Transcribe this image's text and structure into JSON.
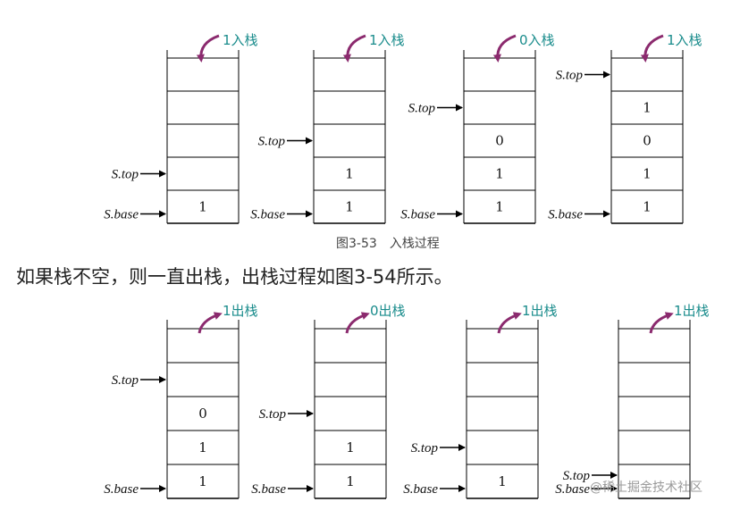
{
  "figure1": {
    "caption": "图3-53　入栈过程",
    "stacks": [
      {
        "op": "1入栈",
        "cells": [
          "",
          "",
          "",
          "",
          "1"
        ],
        "top_label": "S.top",
        "top_index": 3,
        "base_label": "S.base"
      },
      {
        "op": "1入栈",
        "cells": [
          "",
          "",
          "",
          "1",
          "1"
        ],
        "top_label": "S.top",
        "top_index": 2,
        "base_label": "S.base"
      },
      {
        "op": "0入栈",
        "cells": [
          "",
          "",
          "0",
          "1",
          "1"
        ],
        "top_label": "S.top",
        "top_index": 1,
        "base_label": "S.base"
      },
      {
        "op": "1入栈",
        "cells": [
          "",
          "1",
          "0",
          "1",
          "1"
        ],
        "top_label": "S.top",
        "top_index": 0,
        "base_label": "S.base"
      }
    ]
  },
  "paragraph": "如果栈不空，则一直出栈，出栈过程如图3-54所示。",
  "figure2": {
    "stacks": [
      {
        "op": "1出栈",
        "cells": [
          "",
          "",
          "0",
          "1",
          "1"
        ],
        "top_label": "S.top",
        "top_index": 1,
        "base_label": "S.base"
      },
      {
        "op": "0出栈",
        "cells": [
          "",
          "",
          "",
          "1",
          "1"
        ],
        "top_label": "S.top",
        "top_index": 2,
        "base_label": "S.base"
      },
      {
        "op": "1出栈",
        "cells": [
          "",
          "",
          "",
          "",
          "1"
        ],
        "top_label": "S.top",
        "top_index": 3,
        "base_label": "S.base"
      },
      {
        "op": "1出栈",
        "cells": [
          "",
          "",
          "",
          "",
          ""
        ],
        "top_label": "S.top",
        "top_index": 4,
        "base_label": "S.base"
      }
    ]
  },
  "watermark": "@稀土掘金技术社区",
  "colors": {
    "op_label": "#1a8c8c",
    "op_arrow": "#8b2a6e",
    "lines": "#000000"
  }
}
